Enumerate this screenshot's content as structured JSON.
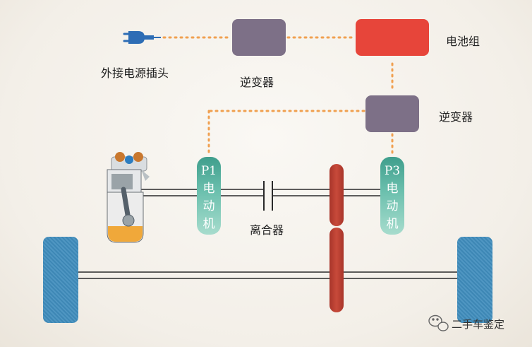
{
  "labels": {
    "plug": "外接电源插头",
    "inverter_top": "逆变器",
    "battery": "电池组",
    "inverter_right": "逆变器",
    "clutch": "离合器"
  },
  "motors": {
    "p1": {
      "line1": "P1",
      "line2": "电",
      "line3": "动",
      "line4": "机"
    },
    "p3": {
      "line1": "P3",
      "line2": "电",
      "line3": "动",
      "line4": "机"
    }
  },
  "watermark": {
    "text": "二手车鉴定",
    "icon": "wechat-icon"
  },
  "colors": {
    "battery": "#e7453a",
    "inverter": "#7d7087",
    "motor": "#4fae9a",
    "wheel": "#3d87b5",
    "gear": "#b8402f",
    "dotted_line": "#f0a050"
  }
}
